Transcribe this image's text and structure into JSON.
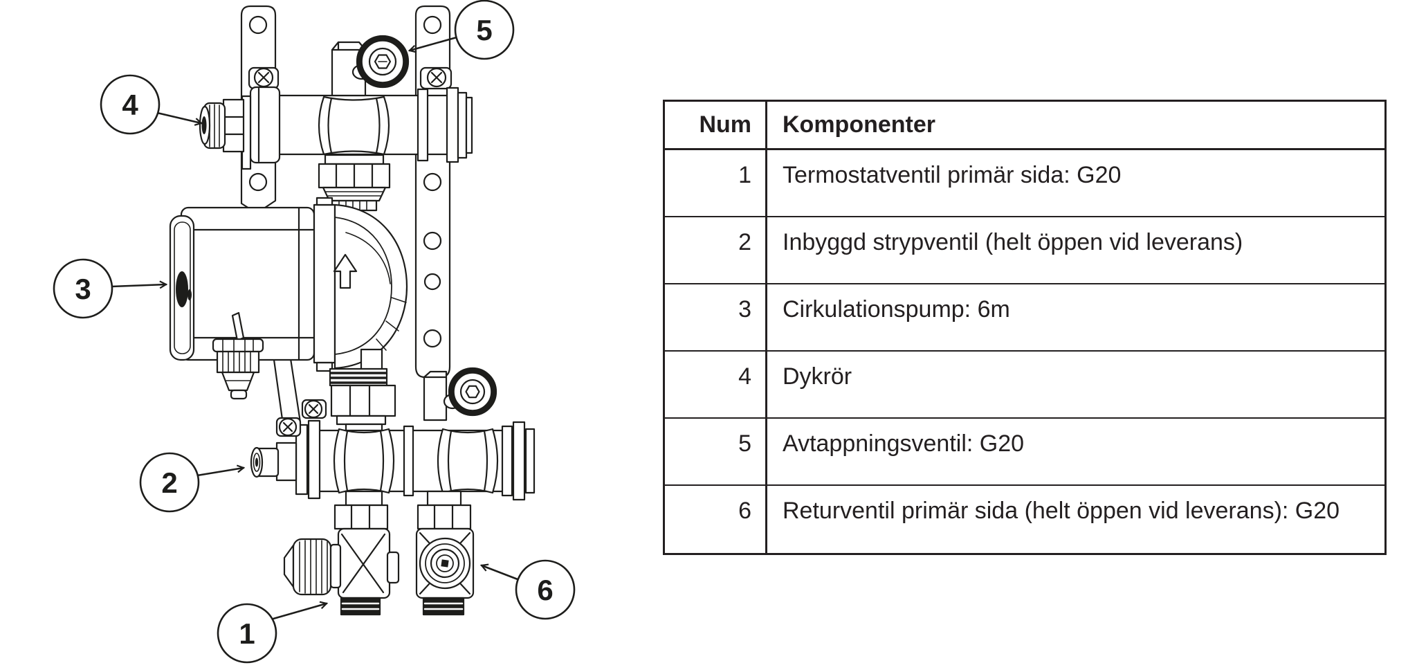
{
  "page": {
    "background": "#ffffff",
    "line_color": "#1d1d1b",
    "text_color": "#231f20"
  },
  "diagram": {
    "description": "Isometric line drawing of a pump group (shunt unit) with two mounting brackets, top pipe with drain valve, circulation pump, bottom pipe with ball valves, thermostat valve and return valve",
    "flow_arrow_direction": "up",
    "callouts": [
      {
        "number": "1"
      },
      {
        "number": "2"
      },
      {
        "number": "3"
      },
      {
        "number": "4"
      },
      {
        "number": "5"
      },
      {
        "number": "6"
      }
    ]
  },
  "table": {
    "headers": {
      "num": "Num",
      "component": "Komponenter"
    },
    "rows": [
      {
        "num": "1",
        "component": "Termostatventil primär sida: G20"
      },
      {
        "num": "2",
        "component": "Inbyggd strypventil (helt öppen vid leverans)"
      },
      {
        "num": "3",
        "component": "Cirkulationspump: 6m"
      },
      {
        "num": "4",
        "component": "Dykrör"
      },
      {
        "num": "5",
        "component": "Avtappningsventil: G20"
      },
      {
        "num": "6",
        "component": "Returventil primär sida (helt öppen vid leverans): G20"
      }
    ],
    "border_color": "#231f20"
  }
}
